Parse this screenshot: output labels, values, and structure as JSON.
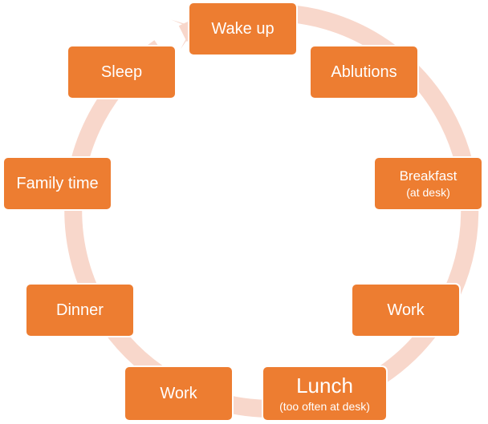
{
  "diagram": {
    "type": "cycle",
    "colors": {
      "node_fill": "#ed7d31",
      "node_border": "#ffffff",
      "node_text": "#ffffff",
      "ring": "#f8d7cb"
    },
    "nodes": [
      {
        "label": "Wake up"
      },
      {
        "label": "Ablutions"
      },
      {
        "label": "Breakfast",
        "sublabel": "(at desk)"
      },
      {
        "label": "Work"
      },
      {
        "label": "Lunch",
        "sublabel": "(too often at desk)"
      },
      {
        "label": "Work"
      },
      {
        "label": "Dinner"
      },
      {
        "label": "Family time"
      },
      {
        "label": "Sleep"
      }
    ]
  }
}
